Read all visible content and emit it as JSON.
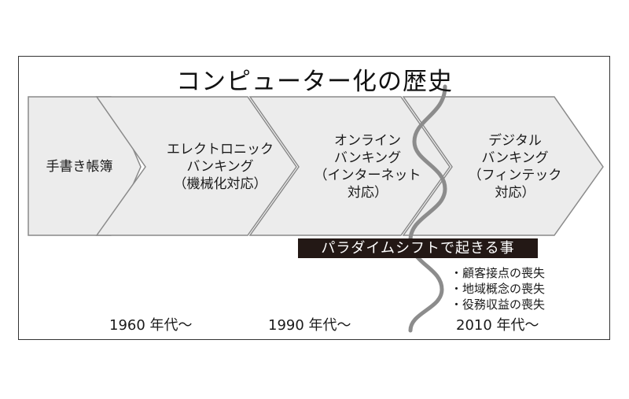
{
  "title": "コンピューター化の歴史",
  "colors": {
    "chevron_fill": "#ececec",
    "chevron_stroke": "#8a8a8a",
    "wave": "#8c8c8c",
    "banner_bg": "#231815",
    "banner_text": "#ffffff",
    "frame": "#333333"
  },
  "stages": [
    {
      "label": "手書き帳簿"
    },
    {
      "label": "エレクトロニック\nバンキング\n（機械化対応）"
    },
    {
      "label": "オンライン\nバンキング\n（インターネット\n対応）"
    },
    {
      "label": "デジタル\nバンキング\n（フィンテック\n対応）"
    }
  ],
  "eras": [
    {
      "label": "1960 年代〜"
    },
    {
      "label": "1990 年代〜"
    },
    {
      "label": "2010 年代〜"
    }
  ],
  "paradigm_shift": {
    "banner": "パラダイムシフトで起きる事",
    "items": [
      "顧客接点の喪失",
      "地域概念の喪失",
      "役務収益の喪失"
    ]
  }
}
